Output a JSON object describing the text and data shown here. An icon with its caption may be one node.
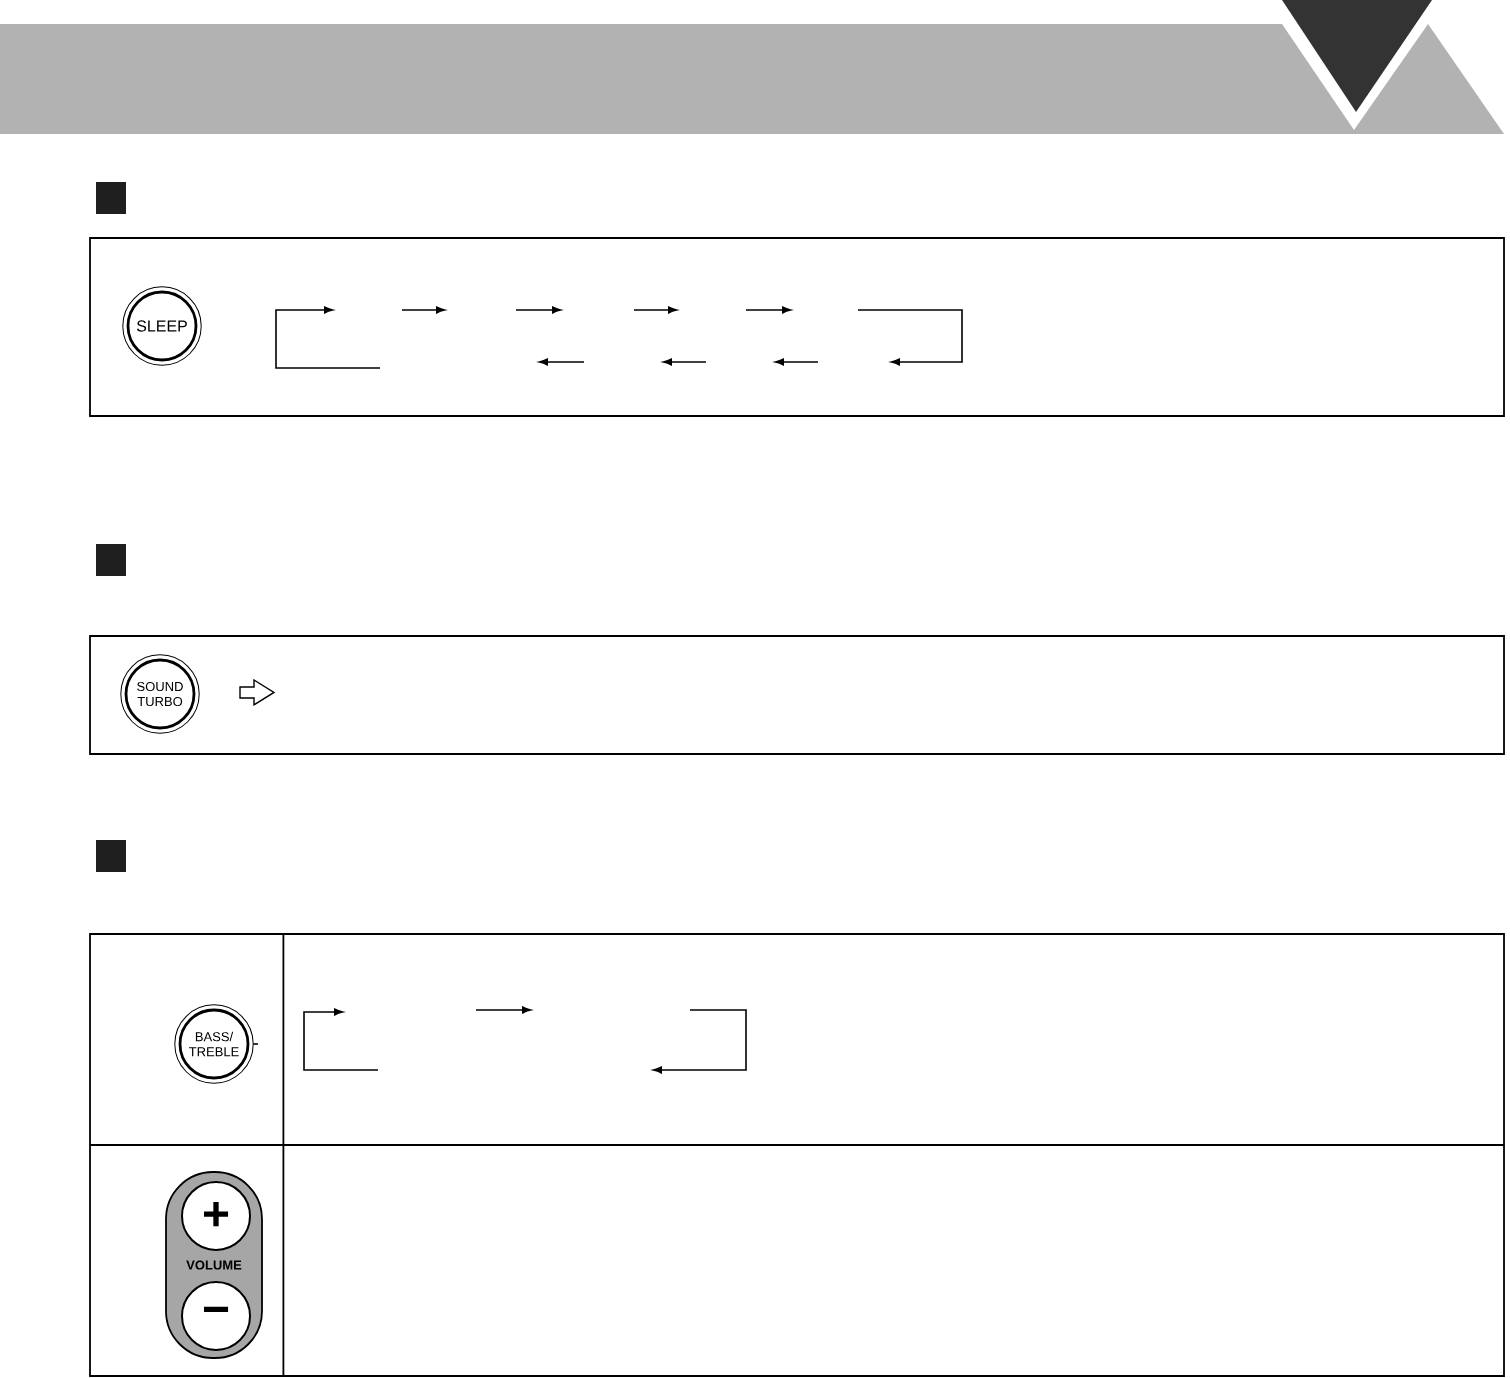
{
  "diagram": {
    "nodes": [
      {
        "text": [],
        "shape": "box"
      },
      {
        "text": [
          "SLEEP"
        ],
        "in": 0
      },
      {
        "text": [],
        "shape": "box"
      },
      {
        "text": [
          "SOUND TURBO"
        ],
        "in": 2
      },
      {
        "text": [],
        "shape": "box"
      },
      {
        "text": [
          "BASS/ TREBLE"
        ],
        "in": 4
      },
      {
        "text": [
          "VOLUME"
        ],
        "in": 4
      },
      {
        "text": [
          "+"
        ],
        "in": 6
      },
      {
        "text": [
          "−"
        ],
        "in": 6
      }
    ]
  }
}
